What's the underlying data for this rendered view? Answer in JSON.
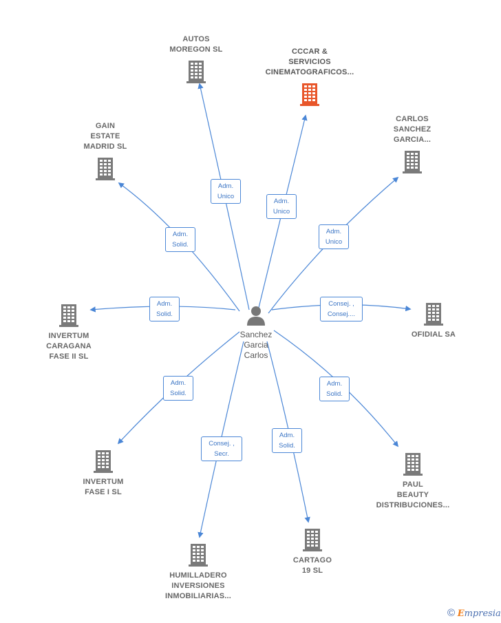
{
  "colors": {
    "edge": "#4a86d6",
    "building": "#7a7a7a",
    "highlight": "#e8562a",
    "person": "#777777"
  },
  "center": {
    "label": "Sanchez\nGarcia\nCarlos",
    "icon": "person-icon"
  },
  "companies": [
    {
      "id": "autos",
      "label": "AUTOS\nMOREGON SL",
      "icon": "building-icon"
    },
    {
      "id": "cccar",
      "label": "CCCAR &\nSERVICIOS\nCINEMATOGRAFICOS...",
      "icon": "building-icon",
      "highlight": true
    },
    {
      "id": "carlos",
      "label": "CARLOS\nSANCHEZ\nGARCIA...",
      "icon": "building-icon"
    },
    {
      "id": "gain",
      "label": "GAIN\nESTATE\nMADRID  SL",
      "icon": "building-icon"
    },
    {
      "id": "ofidial",
      "label": "OFIDIAL SA",
      "icon": "building-icon"
    },
    {
      "id": "invcar",
      "label": "INVERTUM\nCARAGANA\nFASE II  SL",
      "icon": "building-icon"
    },
    {
      "id": "invf1",
      "label": "INVERTUM\nFASE I  SL",
      "icon": "building-icon"
    },
    {
      "id": "paul",
      "label": "PAUL\nBEAUTY\nDISTRIBUCIONES...",
      "icon": "building-icon"
    },
    {
      "id": "humill",
      "label": "HUMILLADERO\nINVERSIONES\nINMOBILIARIAS...",
      "icon": "building-icon"
    },
    {
      "id": "cartago",
      "label": "CARTAGO\n19 SL",
      "icon": "building-icon"
    }
  ],
  "relations": [
    {
      "to": "autos",
      "label": "Adm.\nUnico"
    },
    {
      "to": "cccar",
      "label": "Adm.\nUnico"
    },
    {
      "to": "carlos",
      "label": "Adm.\nUnico"
    },
    {
      "to": "gain",
      "label": "Adm.\nSolid."
    },
    {
      "to": "ofidial",
      "label": "Consej. ,\nConsej...."
    },
    {
      "to": "invcar",
      "label": "Adm.\nSolid."
    },
    {
      "to": "invf1",
      "label": "Adm.\nSolid."
    },
    {
      "to": "paul",
      "label": "Adm.\nSolid."
    },
    {
      "to": "humill",
      "label": "Consej. ,\nSecr."
    },
    {
      "to": "cartago",
      "label": "Adm.\nSolid."
    }
  ],
  "brand": {
    "copyright": "©",
    "initial": "E",
    "rest": "mpresia"
  }
}
